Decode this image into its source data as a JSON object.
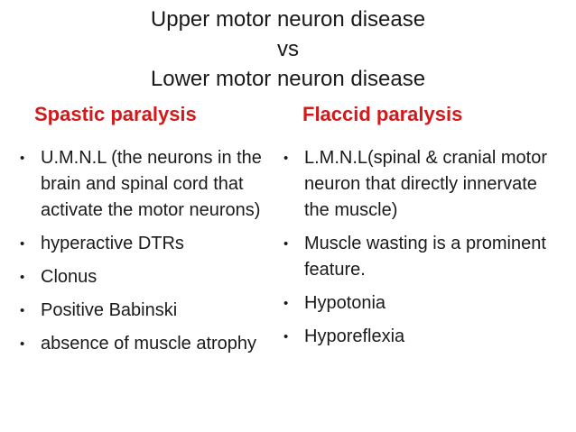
{
  "slide": {
    "title_lines": [
      "Upper motor neuron disease",
      "vs",
      "Lower motor neuron disease"
    ],
    "columns": [
      {
        "heading": "Spastic paralysis",
        "bullets": [
          "U.M.N.L (the neurons in the brain and spinal cord that activate the motor neurons)",
          "hyperactive DTRs",
          "Clonus",
          "Positive Babinski",
          "absence of muscle atrophy"
        ]
      },
      {
        "heading": "Flaccid paralysis",
        "bullets": [
          "L.M.N.L(spinal & cranial motor neuron that directly innervate the muscle)",
          "Muscle wasting is a prominent feature.",
          "Hypotonia",
          "Hyporeflexia"
        ]
      }
    ],
    "bullet_glyph": "•",
    "colors": {
      "heading_red": "#d11a1c",
      "body_text": "#1a1a1a",
      "background": "#ffffff"
    }
  }
}
